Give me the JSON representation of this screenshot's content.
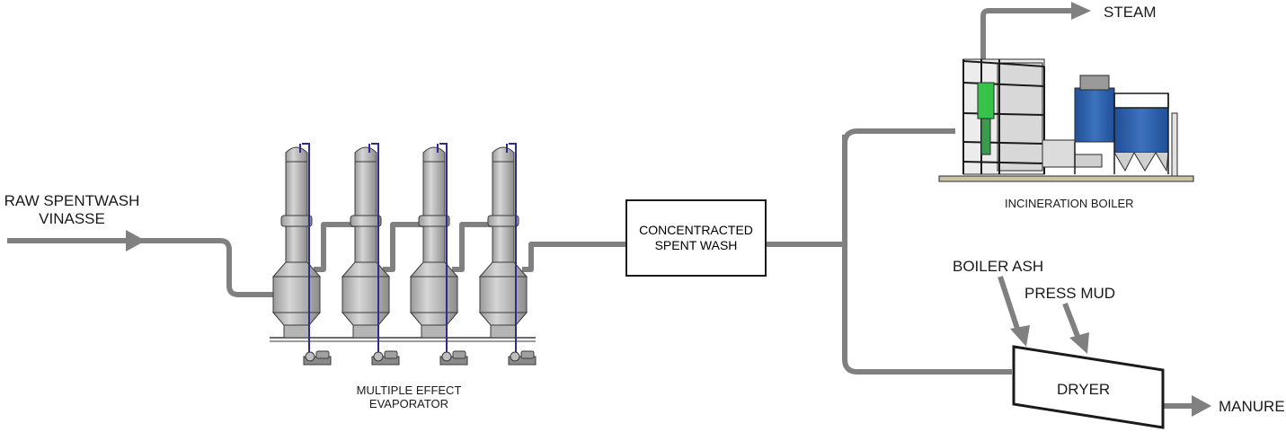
{
  "labels": {
    "raw_line1": "RAW SPENTWASH",
    "raw_line2": "VINASSE",
    "mee_line1": "MULTIPLE EFFECT",
    "mee_line2": "EVAPORATOR",
    "csw_line1": "CONCENTRACTED",
    "csw_line2": "SPENT WASH",
    "steam": "STEAM",
    "boiler": "INCINERATION BOILER",
    "boiler_ash": "BOILER ASH",
    "press_mud": "PRESS MUD",
    "dryer": "DRYER",
    "manure": "MANURE"
  },
  "colors": {
    "pipe": "#808080",
    "vessel": "#c4c4c4",
    "outline": "#3a3a3a",
    "blue_pipe": "#2f2b8f",
    "boiler_blue": "#2f5fa6",
    "boiler_green": "#37c24a"
  }
}
